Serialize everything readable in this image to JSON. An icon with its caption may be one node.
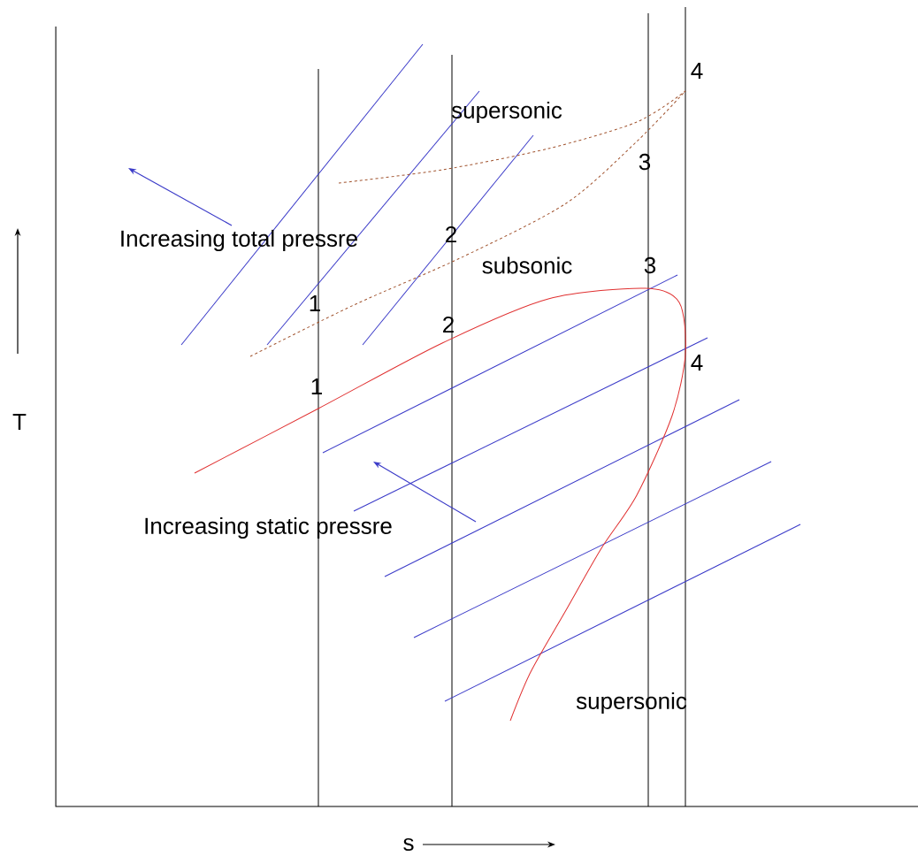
{
  "diagram": {
    "labels": [
      "4",
      "supersonic",
      "3",
      "2",
      "Increasing total pressre",
      "subsonic",
      "3",
      "1",
      "2",
      "4",
      "1",
      "T",
      "Increasing static pressre",
      "supersonic",
      "s"
    ]
  }
}
